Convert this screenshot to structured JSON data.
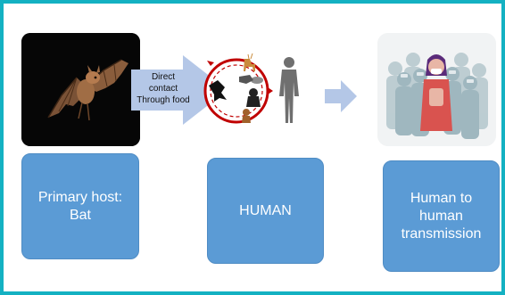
{
  "arrow": {
    "line1": "Direct",
    "line2": "contact",
    "line3": "Through food"
  },
  "boxes": {
    "primary": {
      "line1": "Primary host:",
      "line2": "Bat"
    },
    "human": {
      "label": "HUMAN"
    },
    "h2h": {
      "line1": "Human to",
      "line2": "human",
      "line3": "transmission"
    }
  },
  "colors": {
    "frame": "#14b1c2",
    "box_fill": "#5b9bd5",
    "arrow_fill": "#b4c7e7",
    "wheel_ring": "#c00000"
  },
  "icons": {
    "bat": "bat-icon",
    "wildlife": "wildlife-wheel-icon",
    "human": "human-silhouette-icon",
    "crowd": "masked-crowd-icon"
  }
}
